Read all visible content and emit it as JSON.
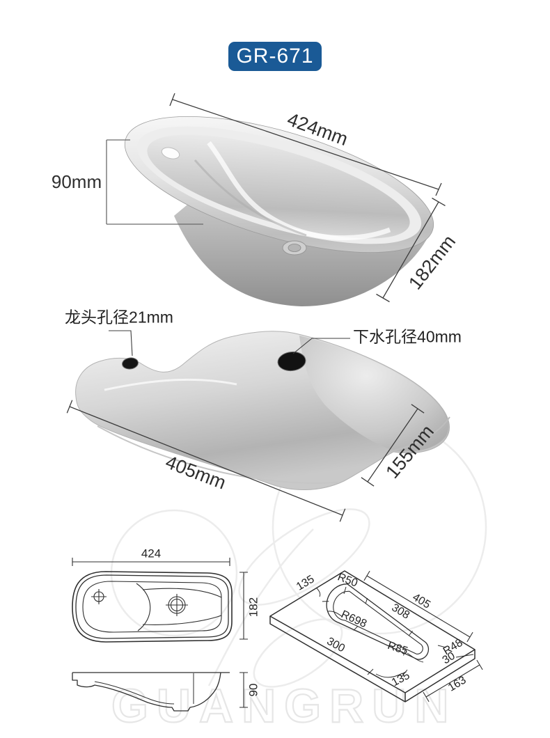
{
  "badge": {
    "label": "GR-671"
  },
  "colors": {
    "badge_bg": "#1a5a96",
    "badge_text": "#ffffff",
    "dimension_text": "#2a2a2a",
    "line_art": "#2e2e2e",
    "watermark": "#e6e6e6"
  },
  "photo_top": {
    "dims": {
      "length": "424mm",
      "height": "90mm",
      "width": "182mm"
    }
  },
  "photo_bottom": {
    "labels": {
      "faucet_hole": "龙头孔径21mm",
      "drain_hole": "下水孔径40mm"
    },
    "dims": {
      "length": "405mm",
      "width": "155mm"
    }
  },
  "drawings": {
    "top_view": {
      "width": "424",
      "depth": "182"
    },
    "side_view": {
      "height": "90"
    },
    "iso_view": {
      "edge_135": "135",
      "radius_r50": "R50",
      "length_405": "405",
      "inner_length_308": "308",
      "radius_r698": "R698",
      "edge_300": "300",
      "radius_r85": "R85",
      "radius_r48": "R48",
      "thickness_30": "30",
      "arc_135": "135",
      "depth_163": "163"
    }
  },
  "watermark": {
    "text": "GUANGRUN"
  }
}
